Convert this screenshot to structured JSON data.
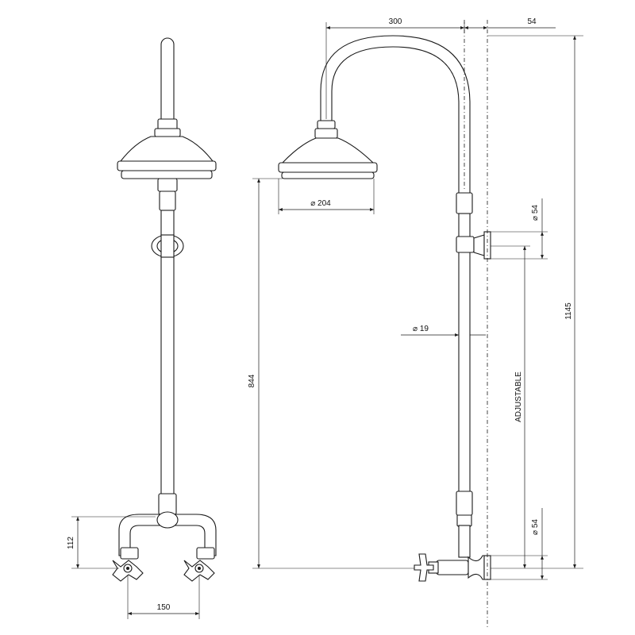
{
  "dimensions": {
    "arm_reach": "300",
    "wall_offset_top": "54",
    "head_diameter": "⌀ 204",
    "bracket_diameter_upper": "⌀ 54",
    "riser_diameter": "⌀ 19",
    "total_height": "1145",
    "head_height": "844",
    "adjustable": "ADJUSTABLE",
    "bracket_diameter_lower": "⌀ 54",
    "mixer_height": "112",
    "mixer_centres": "150"
  },
  "colors": {
    "line": "#1a1a1a",
    "background": "#ffffff"
  }
}
